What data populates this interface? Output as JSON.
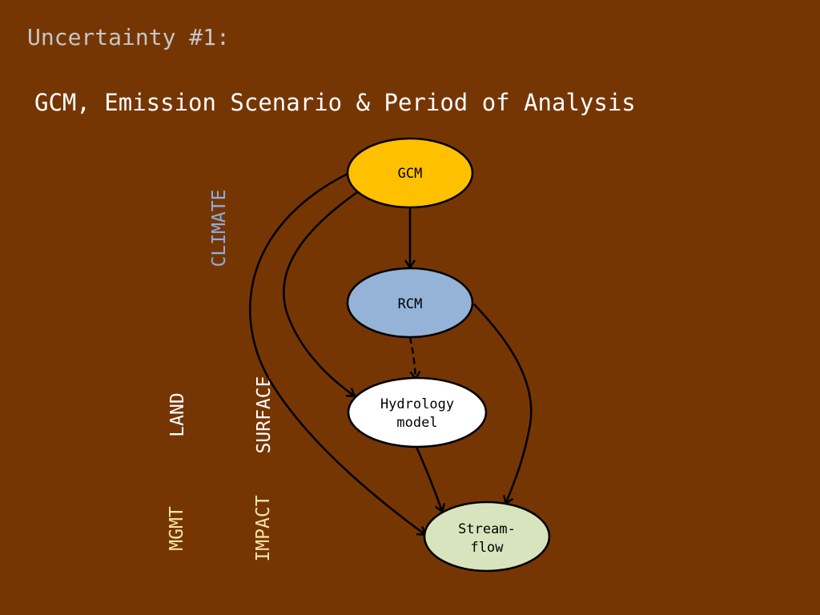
{
  "slide": {
    "title": "Uncertainty #1:",
    "subtitle": "GCM, Emission Scenario & Period of Analysis"
  },
  "side_labels": {
    "climate": [
      "CLIMATE"
    ],
    "land_surface": [
      "LAND",
      "SURFACE"
    ],
    "mgmt_impact": [
      "MGMT",
      "IMPACT"
    ]
  },
  "colors": {
    "background": "#763604",
    "gcm_fill": "#ffc000",
    "rcm_fill": "#95b3d7",
    "hydrology_fill": "#ffffff",
    "streamflow_fill": "#d7e4bd",
    "climate_label": "#8faee0",
    "mgmt_label": "#f5e4a6"
  },
  "nodes": {
    "gcm": {
      "lines": [
        "GCM"
      ]
    },
    "rcm": {
      "lines": [
        "RCM"
      ]
    },
    "hydrology": {
      "lines": [
        "Hydrology",
        "model"
      ]
    },
    "streamflow": {
      "lines": [
        "Stream-",
        "flow"
      ]
    }
  },
  "edges": [
    {
      "from": "gcm",
      "to": "rcm",
      "style": "solid"
    },
    {
      "from": "rcm",
      "to": "hydrology",
      "style": "dashed"
    },
    {
      "from": "gcm",
      "to": "hydrology",
      "style": "solid"
    },
    {
      "from": "gcm",
      "to": "streamflow",
      "style": "solid"
    },
    {
      "from": "rcm",
      "to": "streamflow",
      "style": "solid"
    },
    {
      "from": "hydrology",
      "to": "streamflow",
      "style": "solid"
    }
  ]
}
